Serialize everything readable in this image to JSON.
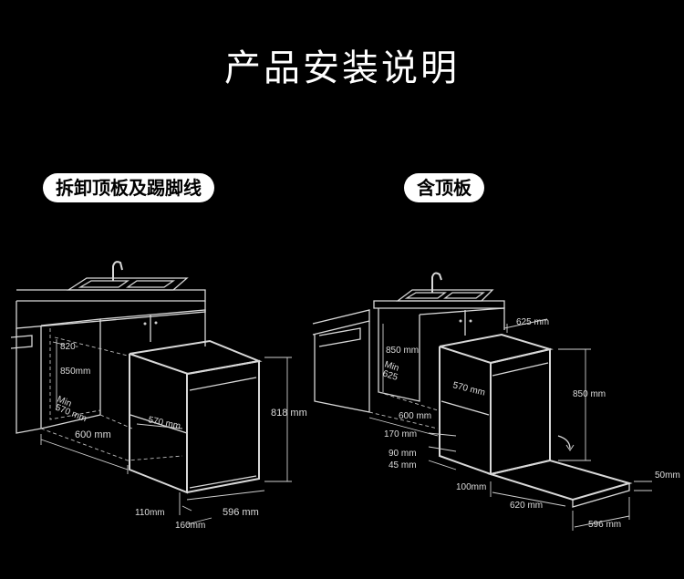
{
  "title": "产品安装说明",
  "left": {
    "badge": "拆卸顶板及踢脚线",
    "labels": {
      "height_range_a": "820-",
      "height_range_b": "850mm",
      "min_a": "Min",
      "min_b": "570 mm",
      "cabinet_width": "600 mm",
      "depth": "570 mm",
      "height": "818 mm",
      "toe": "110mm",
      "toe_depth": "160mm",
      "width": "596 mm"
    }
  },
  "right": {
    "badge": "含顶板",
    "labels": {
      "top_depth": "625 mm",
      "height_cab": "850 mm",
      "min_a": "Min",
      "min_b": "625",
      "depth": "570 mm",
      "height": "850 mm",
      "cabinet_width": "600 mm",
      "gap1": "170 mm",
      "gap2": "90 mm",
      "gap3": "45 mm",
      "plinth": "100mm",
      "door_depth": "620 mm",
      "door_thick": "50mm",
      "width": "596 mm"
    }
  }
}
